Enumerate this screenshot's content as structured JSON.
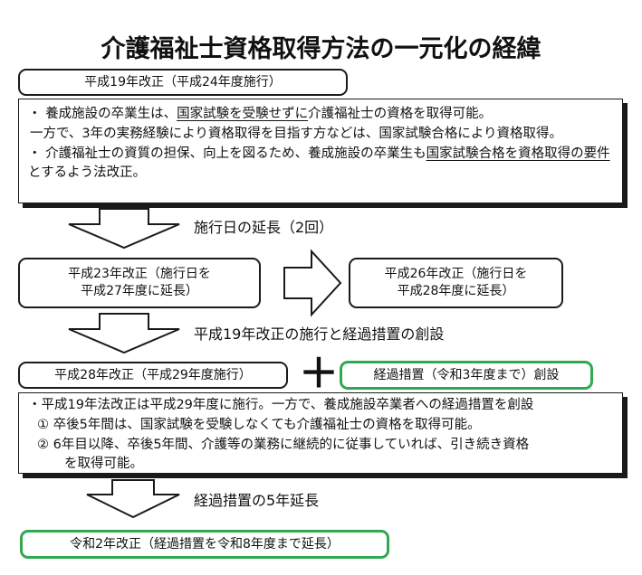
{
  "title": "介護福祉士資格取得方法の一元化の経緯",
  "step1": {
    "label": "平成19年改正（平成24年度施行）",
    "bullet1": {
      "pre": "・ 養成施設の卒業生は、",
      "u1": "国家試験を受験せずに",
      "mid": "介護福祉士の資格を取得可能。"
    },
    "bullet1_cont": "一方で、3年の実務経験により資格取得を目指す方などは、国家試験合格により資格取得。",
    "bullet2": {
      "pre": "・ 介護福祉士の資質の担保、向上を図るため、養成施設の卒業生も",
      "u1": "国家試験合格を",
      "u2": "資格取得の要件",
      "post": "とするよう法改正。"
    }
  },
  "arrow1_caption": "施行日の延長（2回）",
  "step2": {
    "left_line1": "平成23年改正（施行日を",
    "left_line2": "平成27年度に延長）",
    "right_line1": "平成26年改正（施行日を",
    "right_line2": "平成28年度に延長）"
  },
  "arrow2_caption": "平成19年改正の施行と経過措置の創設",
  "step3": {
    "label": "平成28年改正（平成29年度施行）",
    "plus": "＋",
    "measure_label": "経過措置（令和3年度まで）創設",
    "line1": "・平成19年法改正は平成29年度に施行。一方で、養成施設卒業者への経過措置を創設",
    "item1": "① 卒後5年間は、国家試験を受験しなくても介護福祉士の資格を取得可能。",
    "item2_line1": "② 6年目以降、卒後5年間、介護等の業務に継続的に従事していれば、引き続き資格",
    "item2_line2": "を取得可能。"
  },
  "arrow3_caption": "経過措置の5年延長",
  "step4": {
    "label": "令和2年改正（経過措置を令和8年度まで延長）"
  },
  "colors": {
    "border": "#1a1a1a",
    "green": "#2fa84f",
    "background": "#ffffff"
  }
}
